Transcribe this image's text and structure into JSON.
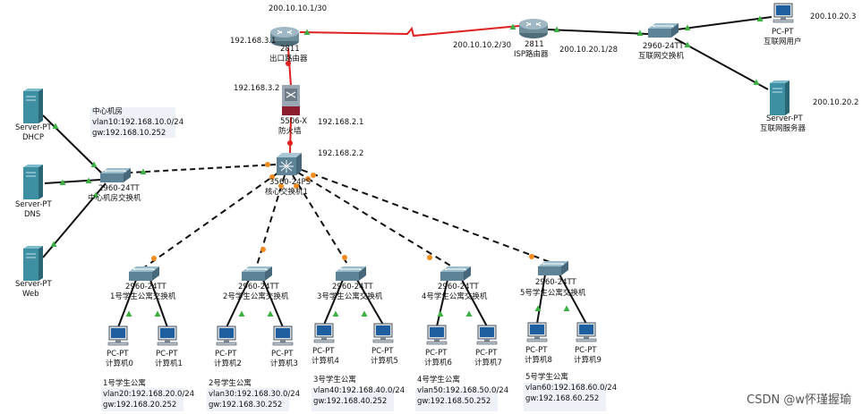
{
  "colors": {
    "wan_link": "#e02020",
    "trunk_link": "#111111",
    "access_link": "#111111",
    "port_up": "#3cb043",
    "port_amber": "#f28c1e",
    "router_body": "#7a9aa8",
    "switch_body": "#6e8fa0",
    "server_body": "#3f8fa3",
    "pc_monitor": "#1f5fa0",
    "firewall_body": "#8a1e2e",
    "note_bg": "#eef1f8"
  },
  "devices": {
    "edge_router": {
      "icon": "router-icon",
      "line1": "2811",
      "line2": "出口路由器",
      "ip": "192.168.3.1"
    },
    "isp_router": {
      "icon": "router-icon",
      "line1": "2811",
      "line2": "ISP路由器",
      "ip_left": "200.10.10.2/30",
      "ip_right": "200.10.20.1/28"
    },
    "internet_switch": {
      "icon": "switch-icon",
      "line1": "2960-24TT",
      "line2": "互联网交换机"
    },
    "internet_user": {
      "icon": "pc-icon",
      "line1": "PC-PT",
      "line2": "互联网用户",
      "ip": "200.10.20.3"
    },
    "internet_server": {
      "icon": "server-icon",
      "line1": "Server-PT",
      "line2": "互联网服务器",
      "ip": "200.10.20.2"
    },
    "firewall": {
      "icon": "firewall-icon",
      "line1": "5506-X",
      "line2": "防火墙",
      "ip_top": "192.168.3.2",
      "ip_bottom": "192.168.2.1"
    },
    "core_switch": {
      "icon": "multilayer-switch-icon",
      "line1": "3560-24PS",
      "line2": "核心交换机1",
      "ip": "192.168.2.2"
    },
    "dc_switch": {
      "icon": "switch-icon",
      "line1": "2960-24TT",
      "line2": "中心机房交换机"
    },
    "dhcp_server": {
      "icon": "server-icon",
      "line1": "Server-PT",
      "line2": "DHCP"
    },
    "dns_server": {
      "icon": "server-icon",
      "line1": "Server-PT",
      "line2": "DNS"
    },
    "web_server": {
      "icon": "server-icon",
      "line1": "Server-PT",
      "line2": "Web"
    },
    "dorm_switches": [
      {
        "icon": "switch-icon",
        "line1": "2960-24TT",
        "line2": "1号学生公寓交换机"
      },
      {
        "icon": "switch-icon",
        "line1": "2960-24TT",
        "line2": "2号学生公寓交换机"
      },
      {
        "icon": "switch-icon",
        "line1": "2960-24TT",
        "line2": "3号学生公寓交换机"
      },
      {
        "icon": "switch-icon",
        "line1": "2960-24TT",
        "line2": "4号学生公寓交换机"
      },
      {
        "icon": "switch-icon",
        "line1": "2960-24TT",
        "line2": "5号学生公寓交换机"
      }
    ],
    "pcs": [
      {
        "icon": "pc-icon",
        "line1": "PC-PT",
        "line2": "计算机0"
      },
      {
        "icon": "pc-icon",
        "line1": "PC-PT",
        "line2": "计算机1"
      },
      {
        "icon": "pc-icon",
        "line1": "PC-PT",
        "line2": "计算机2"
      },
      {
        "icon": "pc-icon",
        "line1": "PC-PT",
        "line2": "计算机3"
      },
      {
        "icon": "pc-icon",
        "line1": "PC-PT",
        "line2": "计算机4"
      },
      {
        "icon": "pc-icon",
        "line1": "PC-PT",
        "line2": "计算机5"
      },
      {
        "icon": "pc-icon",
        "line1": "PC-PT",
        "line2": "计算机6"
      },
      {
        "icon": "pc-icon",
        "line1": "PC-PT",
        "line2": "计算机7"
      },
      {
        "icon": "pc-icon",
        "line1": "PC-PT",
        "line2": "计算机8"
      },
      {
        "icon": "pc-icon",
        "line1": "PC-PT",
        "line2": "计算机9"
      }
    ]
  },
  "wan_ip_top": "200.10.10.1/30",
  "notes": {
    "datacenter": {
      "title": "中心机房",
      "vlan": "vlan10:192.168.10.0/24",
      "gw": "gw:192.168.10.252"
    },
    "dorms": [
      {
        "title": "1号学生公寓",
        "vlan": "vlan20:192.168.20.0/24",
        "gw": "gw:192.168.20.252"
      },
      {
        "title": "2号学生公寓",
        "vlan": "vlan30:192.168.30.0/24",
        "gw": "gw:192.168.30.252"
      },
      {
        "title": "3号学生公寓",
        "vlan": "vlan40:192.168.40.0/24",
        "gw": "gw:192.168.40.252"
      },
      {
        "title": "4号学生公寓",
        "vlan": "vlan50:192.168.50.0/24",
        "gw": "gw:192.168.50.252"
      },
      {
        "title": "5号学生公寓",
        "vlan": "vlan60:192.168.60.0/24",
        "gw": "gw:192.168.60.252"
      }
    ]
  },
  "watermark": "CSDN @w怀瑾握瑜"
}
